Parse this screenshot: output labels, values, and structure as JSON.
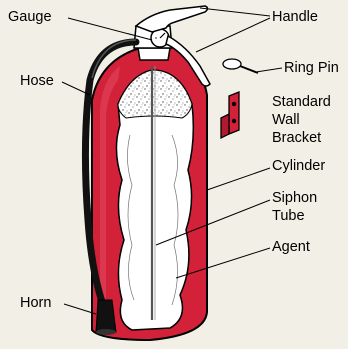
{
  "diagram": {
    "colors": {
      "background": "#f2f0e6",
      "cylinder": "#d3213a",
      "cutaway": "#ffffff",
      "outline": "#000000"
    },
    "labels": {
      "gauge": "Gauge",
      "handle": "Handle",
      "hose": "Hose",
      "ring_pin": "Ring Pin",
      "standard_wall_bracket": [
        "Standard",
        "Wall",
        "Bracket"
      ],
      "cylinder": "Cylinder",
      "siphon_tube": [
        "Siphon",
        "Tube"
      ],
      "agent": "Agent",
      "horn": "Horn"
    }
  }
}
